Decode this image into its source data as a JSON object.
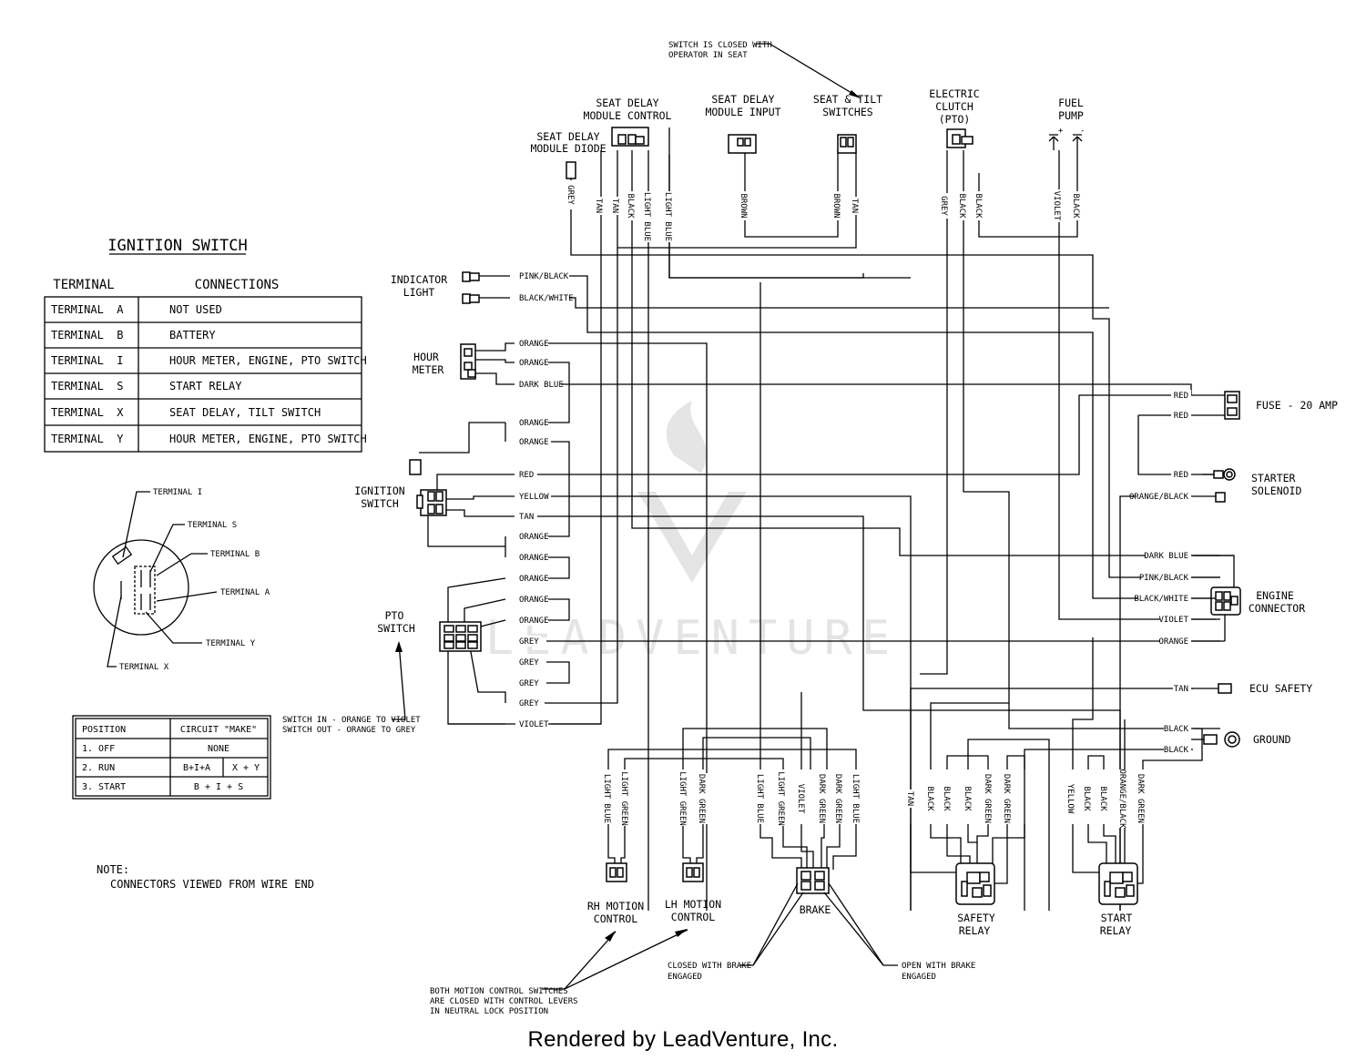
{
  "ignition_switch": {
    "title": "IGNITION SWITCH",
    "table_headers": [
      "TERMINAL",
      "CONNECTIONS"
    ],
    "rows": [
      {
        "terminal": "TERMINAL  A",
        "connection": "NOT USED"
      },
      {
        "terminal": "TERMINAL  B",
        "connection": "BATTERY"
      },
      {
        "terminal": "TERMINAL  I",
        "connection": "HOUR METER, ENGINE, PTO SWITCH"
      },
      {
        "terminal": "TERMINAL  S",
        "connection": "START RELAY"
      },
      {
        "terminal": "TERMINAL  X",
        "connection": "SEAT DELAY, TILT SWITCH"
      },
      {
        "terminal": "TERMINAL  Y",
        "connection": "HOUR METER, ENGINE, PTO SWITCH"
      }
    ],
    "terminal_labels": [
      "TERMINAL I",
      "TERMINAL S",
      "TERMINAL B",
      "TERMINAL A",
      "TERMINAL Y",
      "TERMINAL X"
    ]
  },
  "positions": {
    "headers": [
      "POSITION",
      "CIRCUIT \"MAKE\""
    ],
    "rows": [
      {
        "position": "1. OFF",
        "circuit": "NONE"
      },
      {
        "position": "2. RUN",
        "circuit": "B+I+A",
        "circuit2": "X + Y"
      },
      {
        "position": "3. START",
        "circuit": "B + I + S"
      }
    ]
  },
  "note": {
    "line1": "NOTE:",
    "line2": "CONNECTORS VIEWED FROM WIRE END"
  },
  "components": {
    "seat_delay_module_control": [
      "SEAT DELAY",
      "MODULE CONTROL"
    ],
    "seat_delay_module_diode": [
      "SEAT DELAY",
      "MODULE DIODE"
    ],
    "seat_delay_module_input": [
      "SEAT DELAY",
      "MODULE INPUT"
    ],
    "seat_tilt_switches": [
      "SEAT & TILT",
      "SWITCHES"
    ],
    "electric_clutch": [
      "ELECTRIC",
      "CLUTCH",
      "(PTO)"
    ],
    "fuel_pump": [
      "FUEL",
      "PUMP"
    ],
    "indicator_light": [
      "INDICATOR",
      "LIGHT"
    ],
    "hour_meter": [
      "HOUR",
      "METER"
    ],
    "ignition_switch": [
      "IGNITION",
      "SWITCH"
    ],
    "pto_switch": [
      "PTO",
      "SWITCH"
    ],
    "fuse": "FUSE - 20 AMP",
    "starter_solenoid": [
      "STARTER",
      "SOLENOID"
    ],
    "engine_connector": [
      "ENGINE",
      "CONNECTOR"
    ],
    "ecu_safety": "ECU SAFETY",
    "ground": "GROUND",
    "rh_motion_control": [
      "RH MOTION",
      "CONTROL"
    ],
    "lh_motion_control": [
      "LH MOTION",
      "CONTROL"
    ],
    "brake": "BRAKE",
    "safety_relay": [
      "SAFETY",
      "RELAY"
    ],
    "start_relay": [
      "START",
      "RELAY"
    ]
  },
  "annotations": {
    "seat_switch": [
      "SWITCH IS CLOSED WITH",
      "OPERATOR IN SEAT"
    ],
    "pto_switch_note": [
      "SWITCH IN - ORANGE TO VIOLET",
      "SWITCH OUT - ORANGE TO GREY"
    ],
    "motion_note": [
      "BOTH MOTION CONTROL SWITCHES",
      "ARE CLOSED WITH CONTROL LEVERS",
      "IN NEUTRAL LOCK POSITION"
    ],
    "brake_closed": [
      "CLOSED WITH BRAKE",
      "ENGAGED"
    ],
    "brake_open": [
      "OPEN WITH BRAKE",
      "ENGAGED"
    ]
  },
  "wire_labels": {
    "top": [
      "GREY",
      "TAN",
      "TAN",
      "BLACK",
      "LIGHT BLUE",
      "LIGHT BLUE",
      "BROWN",
      "BROWN",
      "TAN",
      "GREY",
      "BLACK",
      "BLACK",
      "VIOLET",
      "BLACK"
    ],
    "fuel_pump_terminals": [
      "+",
      "-"
    ],
    "left_side": [
      "PINK/BLACK",
      "BLACK/WHITE",
      "ORANGE",
      "ORANGE",
      "DARK BLUE",
      "ORANGE",
      "ORANGE",
      "RED",
      "YELLOW",
      "TAN",
      "ORANGE",
      "ORANGE",
      "ORANGE",
      "ORANGE",
      "ORANGE",
      "GREY",
      "GREY",
      "GREY",
      "GREY",
      "VIOLET"
    ],
    "right_side": [
      "RED",
      "RED",
      "RED",
      "ORANGE/BLACK",
      "DARK BLUE",
      "PINK/BLACK",
      "BLACK/WHITE",
      "VIOLET",
      "ORANGE",
      "TAN",
      "BLACK",
      "BLACK"
    ],
    "bottom": [
      "LIGHT BLUE",
      "LIGHT GREEN",
      "LIGHT GREEN",
      "DARK GREEN",
      "LIGHT BLUE",
      "LIGHT GREEN",
      "VIOLET",
      "DARK GREEN",
      "DARK GREEN",
      "LIGHT BLUE",
      "TAN",
      "BLACK",
      "BLACK",
      "BLACK",
      "DARK GREEN",
      "DARK GREEN",
      "YELLOW",
      "BLACK",
      "BLACK",
      "ORANGE/BLACK",
      "DARK GREEN"
    ]
  },
  "watermark": "LEADVENTURE",
  "footer": "Rendered by LeadVenture, Inc."
}
